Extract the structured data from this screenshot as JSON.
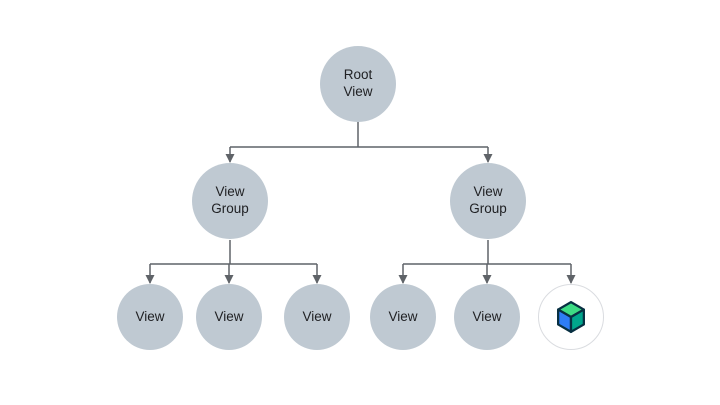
{
  "diagram": {
    "type": "tree",
    "colors": {
      "node_fill": "#bfc9d2",
      "node_text": "#202124",
      "connector": "#5f6368",
      "logo_ring": "#dadce0",
      "compose_navy": "#083042",
      "compose_green": "#3ddc84",
      "compose_blue": "#2e7df6",
      "compose_teal": "#00a68c"
    },
    "nodes": [
      {
        "id": "root-view",
        "label": "Root\nView",
        "level": 0
      },
      {
        "id": "view-group-left",
        "label": "View\nGroup",
        "level": 1
      },
      {
        "id": "view-group-right",
        "label": "View\nGroup",
        "level": 1
      },
      {
        "id": "view-left-1",
        "label": "View",
        "level": 2
      },
      {
        "id": "view-left-2",
        "label": "View",
        "level": 2
      },
      {
        "id": "view-left-3",
        "label": "View",
        "level": 2
      },
      {
        "id": "view-right-1",
        "label": "View",
        "level": 2
      },
      {
        "id": "view-right-2",
        "label": "View",
        "level": 2
      },
      {
        "id": "compose-node",
        "label": "",
        "icon": "jetpack-compose-logo",
        "level": 2
      }
    ],
    "edges": [
      {
        "from": "root-view",
        "to": "view-group-left"
      },
      {
        "from": "root-view",
        "to": "view-group-right"
      },
      {
        "from": "view-group-left",
        "to": "view-left-1"
      },
      {
        "from": "view-group-left",
        "to": "view-left-2"
      },
      {
        "from": "view-group-left",
        "to": "view-left-3"
      },
      {
        "from": "view-group-right",
        "to": "view-right-1"
      },
      {
        "from": "view-group-right",
        "to": "view-right-2"
      },
      {
        "from": "view-group-right",
        "to": "compose-node"
      }
    ]
  }
}
